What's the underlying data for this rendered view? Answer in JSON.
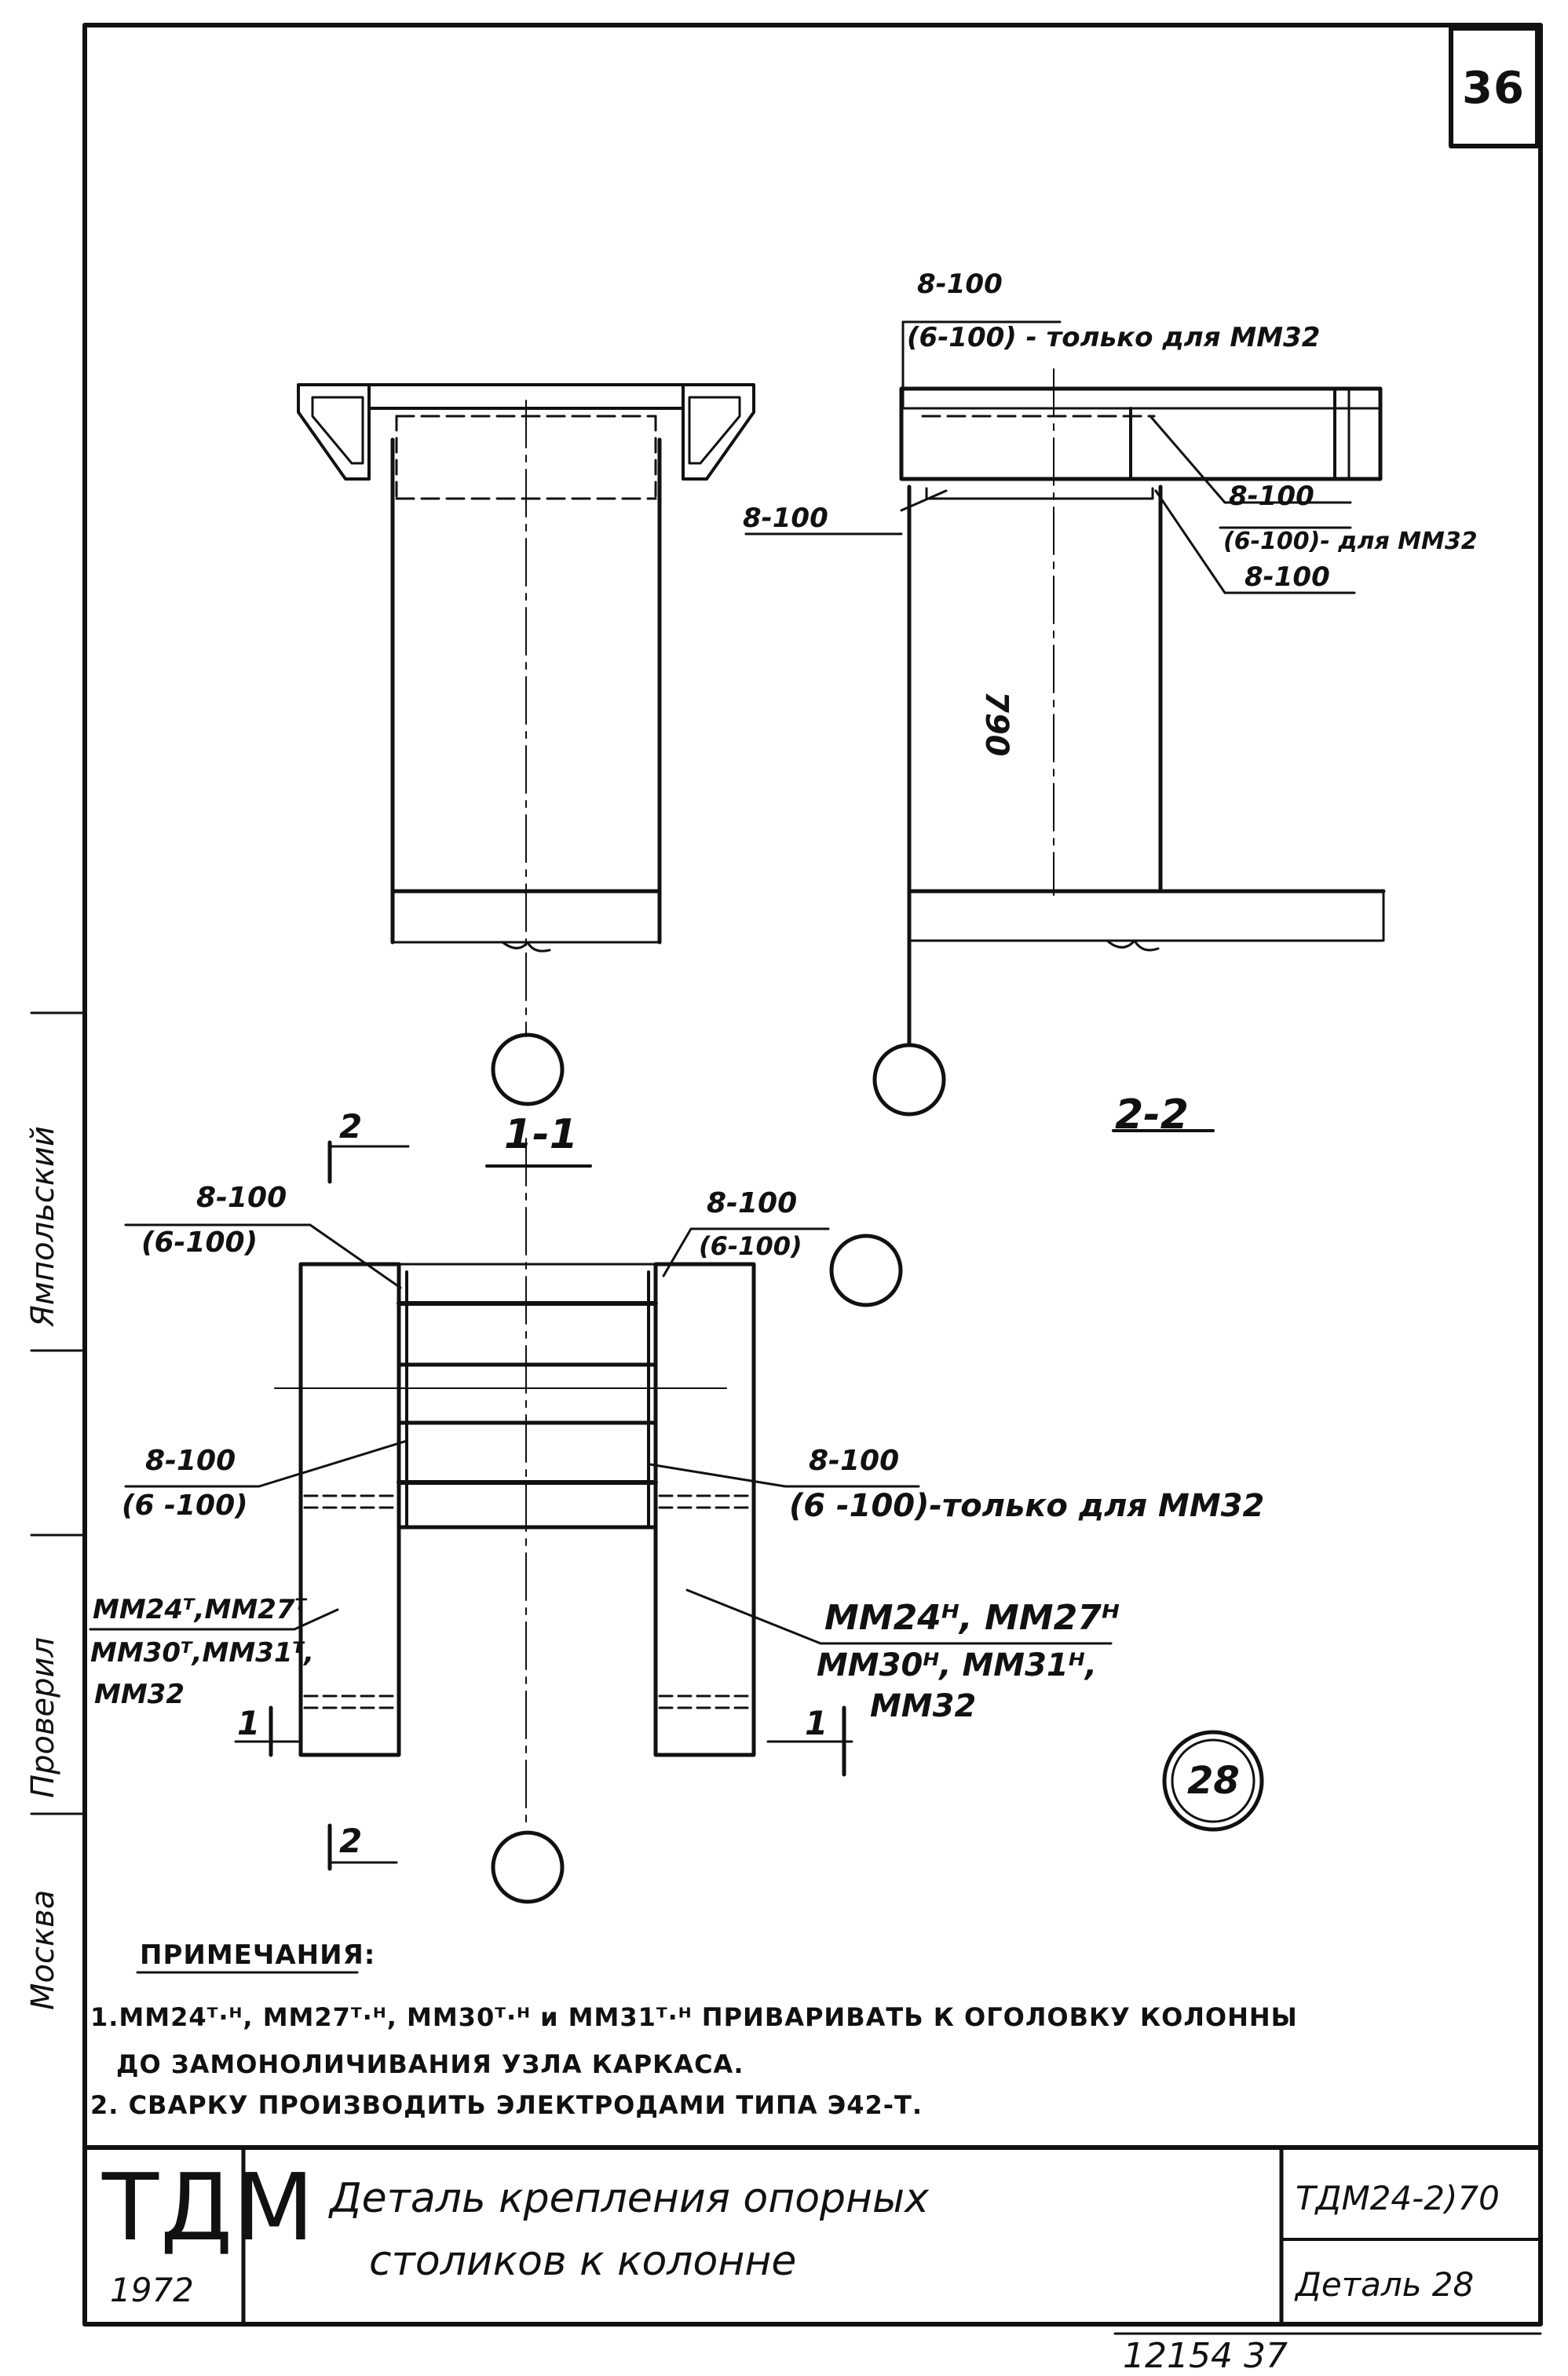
{
  "sheet": {
    "page_number": "36",
    "detail_number": "28",
    "footer_numbers": "12154   37"
  },
  "sidebar": {
    "city": "Москва",
    "checked": "Проверил",
    "name": "Ямпольский"
  },
  "section_1_1": {
    "title": "1-1"
  },
  "section_2_2": {
    "title": "2-2",
    "weld_top": "8-100",
    "weld_top_alt": "(6-100) - только для ММ32",
    "weld_left": "8-100",
    "weld_right1": "8-100",
    "weld_right1_alt": "(6-100)- для ММ32",
    "weld_right2": "8-100",
    "dimension": "790"
  },
  "plan": {
    "cut_mark_2_top": "2",
    "cut_mark_2_bottom": "2",
    "cut_mark_1_left": "1",
    "cut_mark_1_right": "1",
    "weld_tl": "8-100",
    "weld_tl_alt": "(6-100)",
    "weld_tr": "8-100",
    "weld_tr_alt": "(6-100)",
    "weld_ml": "8-100",
    "weld_ml_alt": "(6 -100)",
    "weld_mr": "8-100",
    "weld_mr_alt": "(6 -100)-только для ММ32",
    "left_marks_l1": "ММ24ᵀ,ММ27ᵀ",
    "left_marks_l2": "ММ30ᵀ,ММ31ᵀ,",
    "left_marks_l3": "ММ32",
    "right_marks_l1": "ММ24ᴴ, ММ27ᴴ",
    "right_marks_l2": "ММ30ᴴ, ММ31ᴴ,",
    "right_marks_l3": "ММ32"
  },
  "notes": {
    "heading": "ПРИМЕЧАНИЯ:",
    "line1": "1.ММ24ᵀ·ᴴ, ММ27ᵀ·ᴴ, ММ30ᵀ·ᴴ и ММ31ᵀ·ᴴ ПРИВАРИВАТЬ К ОГОЛОВКУ КОЛОННЫ",
    "line2": "ДО ЗАМОНОЛИЧИВАНИЯ УЗЛА КАРКАСА.",
    "line3": "2. СВАРКУ ПРОИЗВОДИТЬ ЭЛЕКТРОДАМИ ТИПА Э42-Т."
  },
  "title_block": {
    "logo": "ТДМ",
    "year": "1972",
    "title_line1": "Деталь  крепления  опорных",
    "title_line2": "столиков  к  колонне",
    "code": "ТДМ24-2)70",
    "detail": "Деталь 28"
  }
}
